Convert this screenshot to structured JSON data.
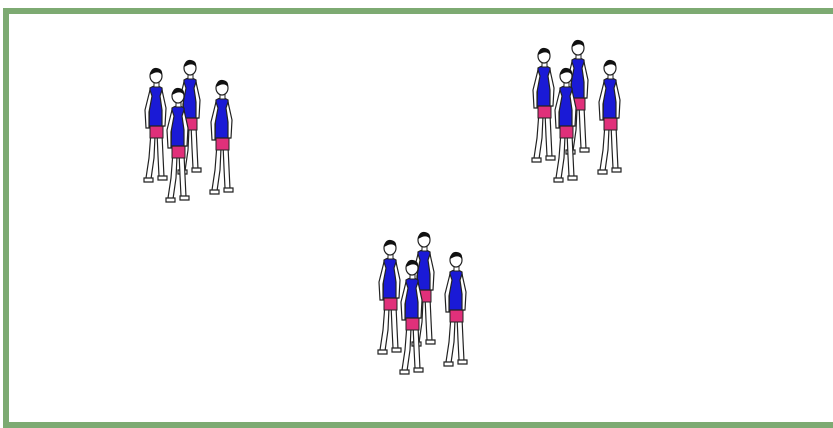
{
  "colors": {
    "field_border": "#7daa72",
    "background": "#ffffff",
    "shirt": "#1a1ad6",
    "shorts": "#e0307a",
    "hair": "#111111",
    "outline": "#222222",
    "skin": "#ffffff"
  },
  "groups": [
    {
      "name": "group-top-left",
      "player_count": 4
    },
    {
      "name": "group-top-right",
      "player_count": 4
    },
    {
      "name": "group-bottom-center",
      "player_count": 4
    }
  ]
}
